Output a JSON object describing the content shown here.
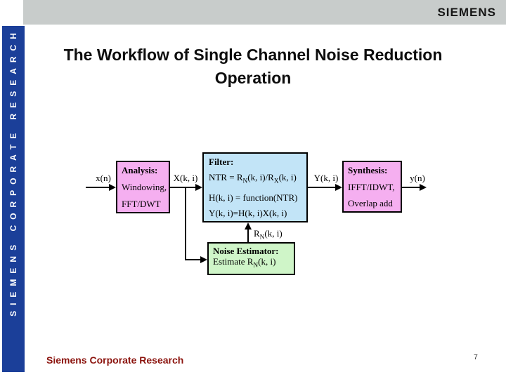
{
  "header": {
    "brand": "SIEMENS"
  },
  "sidebar": {
    "vertical_text": "SIEMENS CORPORATE RESEARCH"
  },
  "title": {
    "line1": "The Workflow of Single Channel Noise Reduction",
    "line2": "Operation"
  },
  "diagram": {
    "boxes": {
      "analysis": {
        "title": "Analysis:",
        "lines": [
          "Windowing,",
          "FFT/DWT"
        ]
      },
      "filter": {
        "title": "Filter:",
        "f1a": "NTR = R",
        "f1sub1": "N",
        "f1b": "(k, i)/R",
        "f1sub2": "X",
        "f1c": "(k, i)",
        "f2": "H(k, i) = function(NTR)",
        "f3": "Y(k, i)=H(k, i)X(k, i)"
      },
      "synthesis": {
        "title": "Synthesis:",
        "lines": [
          "IFFT/IDWT,",
          "Overlap add"
        ]
      },
      "noise": {
        "title": "Noise Estimator:",
        "est_pre": "Estimate R",
        "est_sub": "N",
        "est_post": "(k, i)"
      }
    },
    "labels": {
      "input": "x(n)",
      "x_spec": "X(k, i)",
      "y_spec": "Y(k, i)",
      "output": "y(n)",
      "rn_pre": "R",
      "rn_sub": "N",
      "rn_post": "(k, i)"
    }
  },
  "footer": {
    "text": "Siemens Corporate Research",
    "page": "7"
  },
  "colors": {
    "header_gray": "#C8CCCB",
    "sidebar_blue": "#1B3F99",
    "box_pink": "#F5AFF0",
    "box_blue": "#C2E4F7",
    "box_green": "#CFF5C8",
    "footer_red": "#8B130D"
  }
}
